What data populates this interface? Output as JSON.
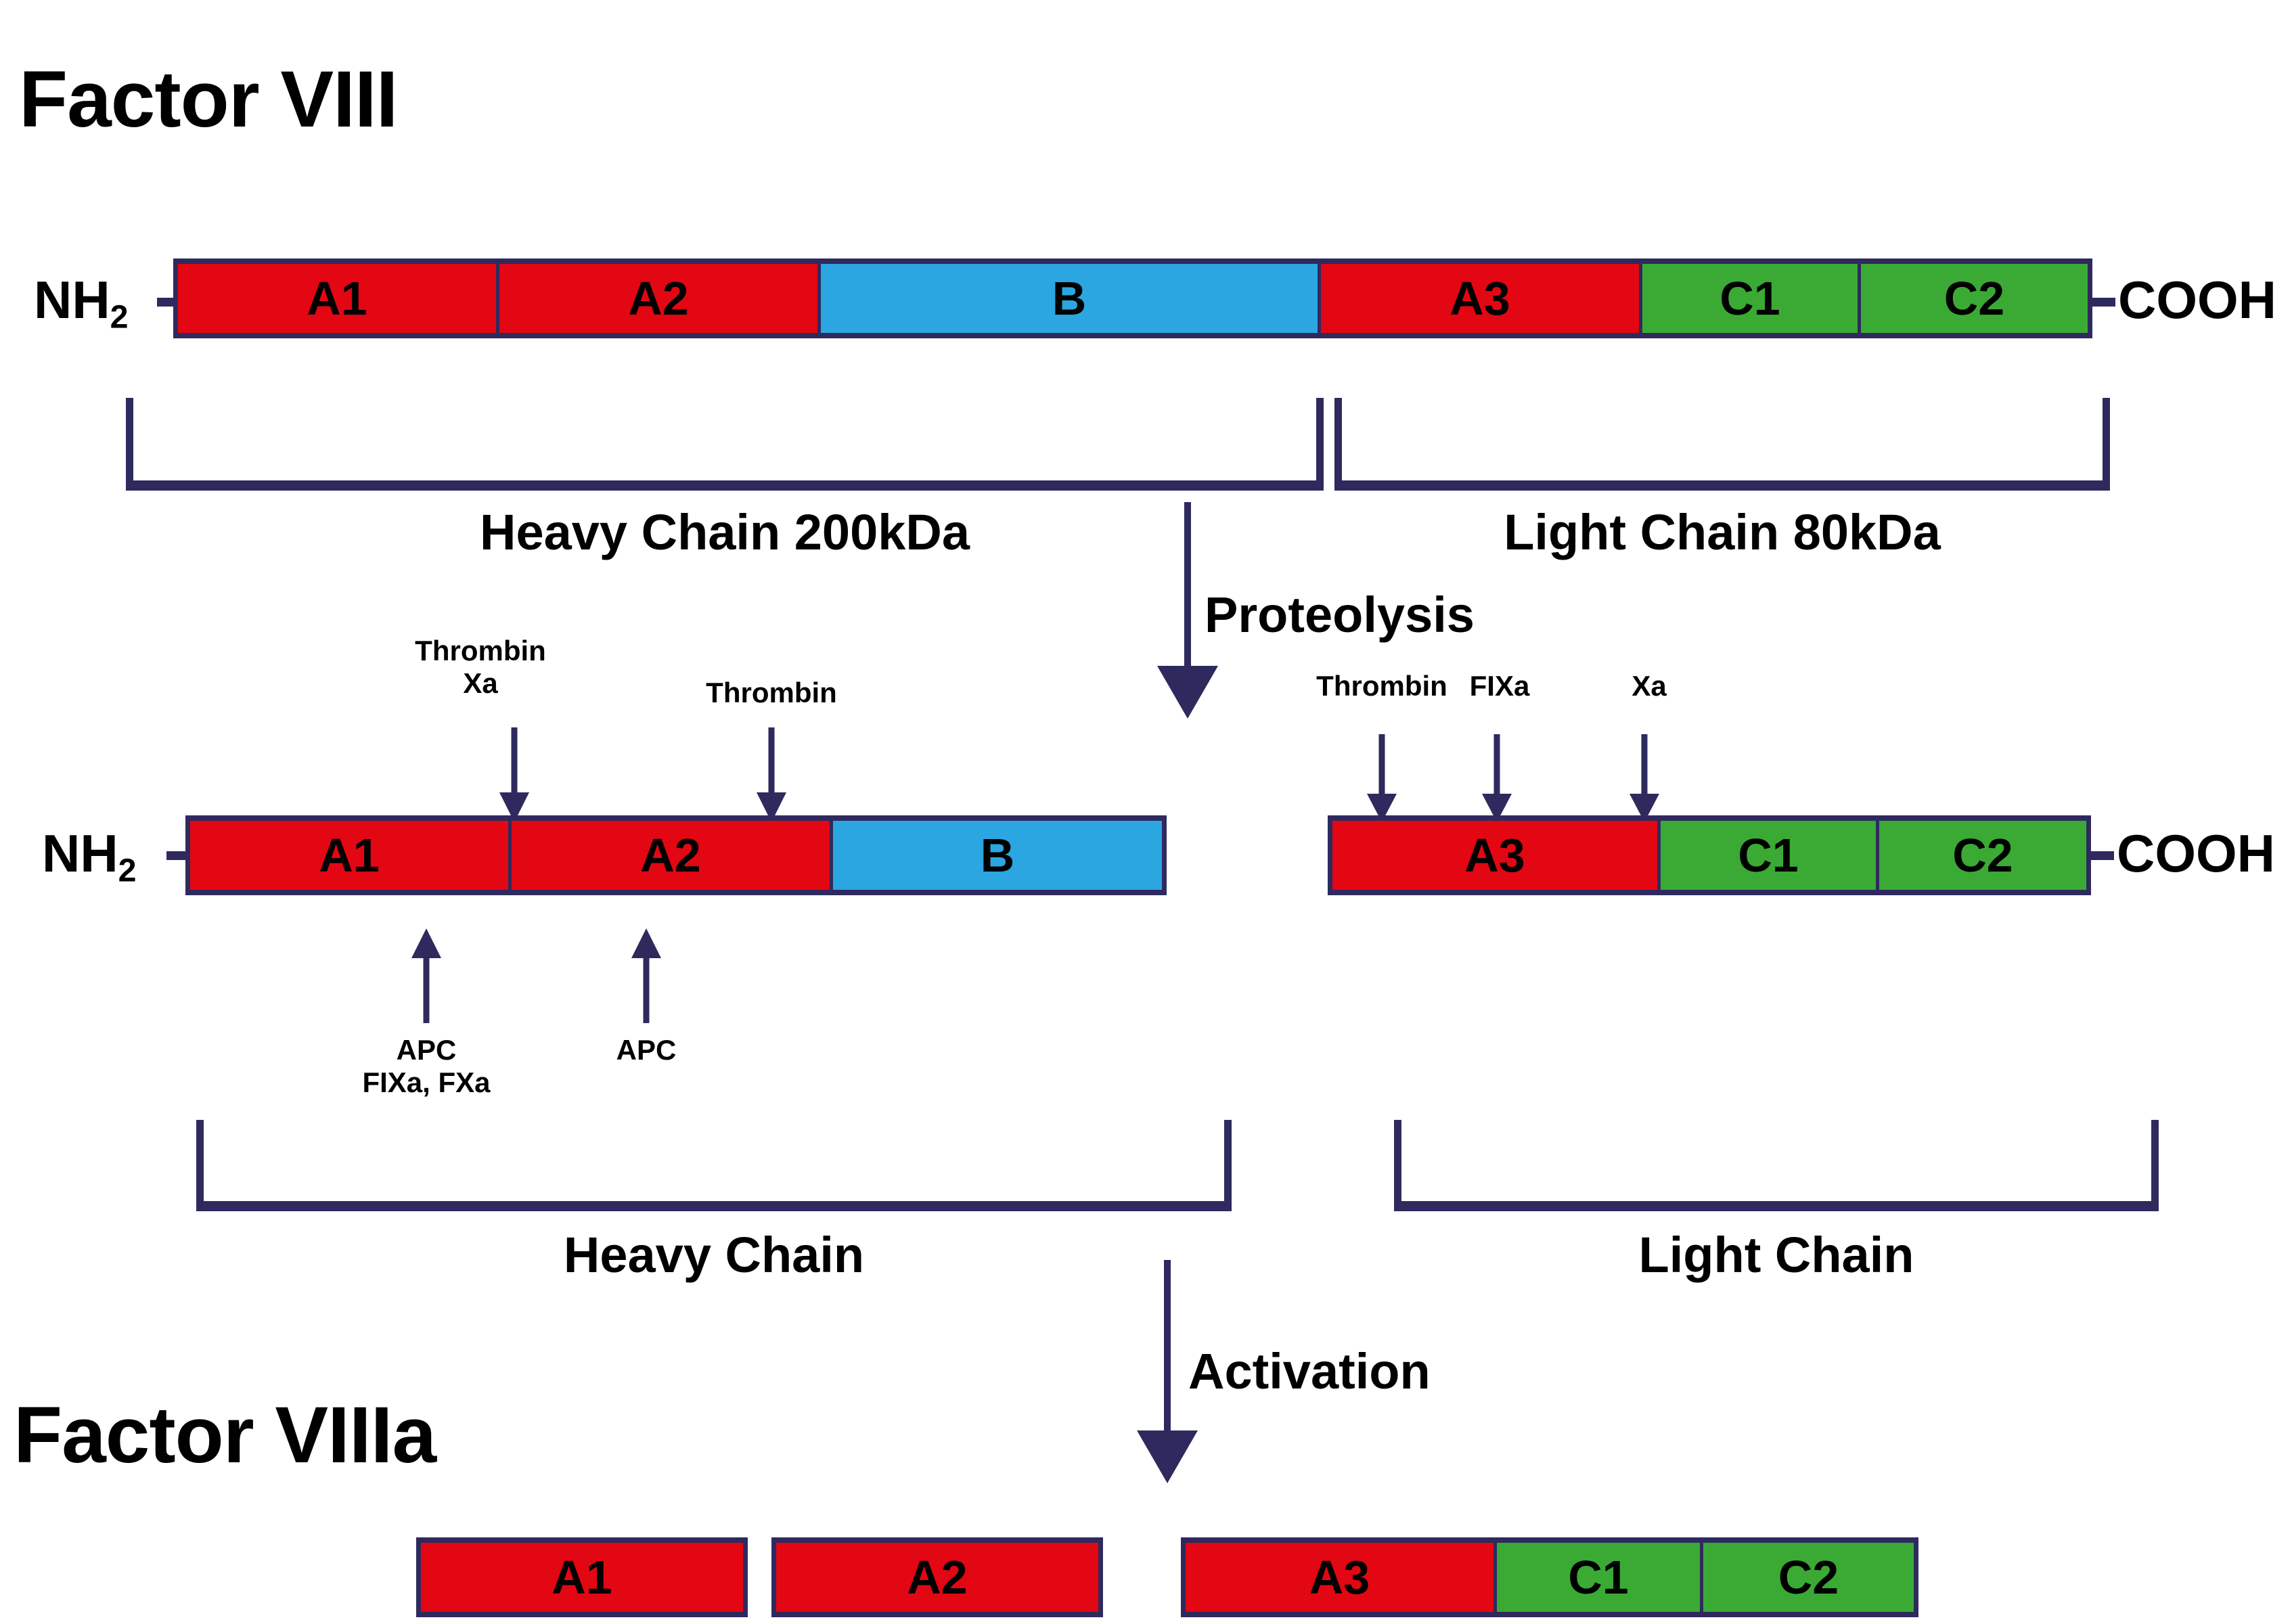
{
  "figure": {
    "palette": {
      "a_domain": "#e30613",
      "b_domain": "#2ba6e0",
      "c_domain": "#3aaa35",
      "outline": "#2e2a5e",
      "text": "#000000",
      "background": "#ffffff"
    }
  },
  "factor_viii": {
    "title": "Factor VIII",
    "n_terminus": "NH",
    "n_terminus_sub": "2",
    "c_terminus": "COOH",
    "domains": [
      {
        "label": "A1",
        "color": "a_domain"
      },
      {
        "label": "A2",
        "color": "a_domain"
      },
      {
        "label": "B",
        "color": "b_domain"
      },
      {
        "label": "A3",
        "color": "a_domain"
      },
      {
        "label": "C1",
        "color": "c_domain"
      },
      {
        "label": "C2",
        "color": "c_domain"
      }
    ],
    "heavy_chain_label": "Heavy Chain 200kDa",
    "light_chain_label": "Light Chain 80kDa"
  },
  "proteolysis": {
    "label": "Proteolysis"
  },
  "factor_viii_cleaved": {
    "n_terminus": "NH",
    "n_terminus_sub": "2",
    "c_terminus": "COOH",
    "heavy_chain_domains": [
      {
        "label": "A1",
        "color": "a_domain"
      },
      {
        "label": "A2",
        "color": "a_domain"
      },
      {
        "label": "B",
        "color": "b_domain"
      }
    ],
    "light_chain_domains": [
      {
        "label": "A3",
        "color": "a_domain"
      },
      {
        "label": "C1",
        "color": "c_domain"
      },
      {
        "label": "C2",
        "color": "c_domain"
      }
    ],
    "heavy_chain_label": "Heavy Chain",
    "light_chain_label": "Light Chain",
    "cleavage_sites_above_heavy": [
      {
        "label": "Thrombin\nXa"
      },
      {
        "label": "Thrombin"
      }
    ],
    "cleavage_site_1_line1": "Thrombin",
    "cleavage_site_1_line2": "Xa",
    "cleavage_site_2_line1": "Thrombin",
    "inactivation_site_1_line1": "APC",
    "inactivation_site_1_line2": "FIXa, FXa",
    "inactivation_site_2_line1": "APC",
    "light_chain_site_1": "Thrombin",
    "light_chain_site_2": "FIXa",
    "light_chain_site_3": "Xa"
  },
  "activation": {
    "label": "Activation"
  },
  "factor_viiia": {
    "title": "Factor VIIIa",
    "fragments": [
      {
        "label": "A1",
        "color": "a_domain"
      },
      {
        "label": "A2",
        "color": "a_domain"
      }
    ],
    "light_chain_domains": [
      {
        "label": "A3",
        "color": "a_domain"
      },
      {
        "label": "C1",
        "color": "c_domain"
      },
      {
        "label": "C2",
        "color": "c_domain"
      }
    ]
  }
}
